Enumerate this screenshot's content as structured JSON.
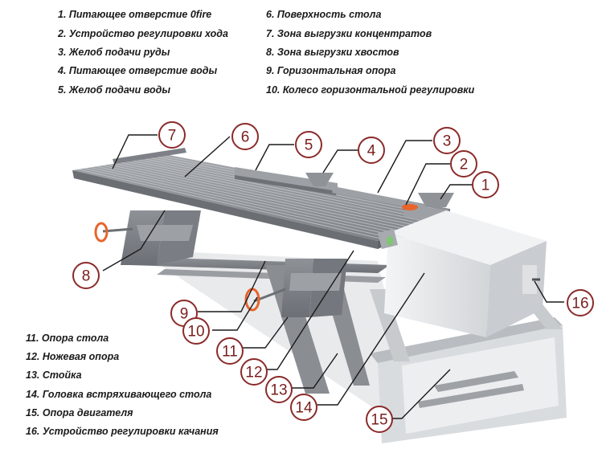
{
  "legend": {
    "col1": [
      "1. Питающее отверстие 0fire",
      "2. Устройство регулировки хода",
      "3. Желоб подачи руды",
      "4. Питающее отверстие воды",
      "5. Желоб подачи воды"
    ],
    "col2": [
      "6. Поверхность стола",
      "7. Зона выгрузки концентратов",
      "8. Зона выгрузки хвостов",
      "9. Горизонтальная опора",
      "10. Колесо горизонтальной регулировки"
    ],
    "bottom": [
      "11. Опора стола",
      "12. Ножевая опора",
      "13. Стойка",
      "14. Головка встряхивающего стола",
      "15. Опора двигателя",
      "16. Устройство регулировки качания"
    ]
  },
  "callouts": [
    "1",
    "2",
    "3",
    "4",
    "5",
    "6",
    "7",
    "8",
    "9",
    "10",
    "11",
    "12",
    "13",
    "14",
    "15",
    "16"
  ],
  "colors": {
    "callout_ring": "#8b2a2a",
    "table_surface": "#8e9196",
    "frame": "#7d8187",
    "motor_box": "#e6e8ea",
    "wheel": "#e8642c"
  }
}
